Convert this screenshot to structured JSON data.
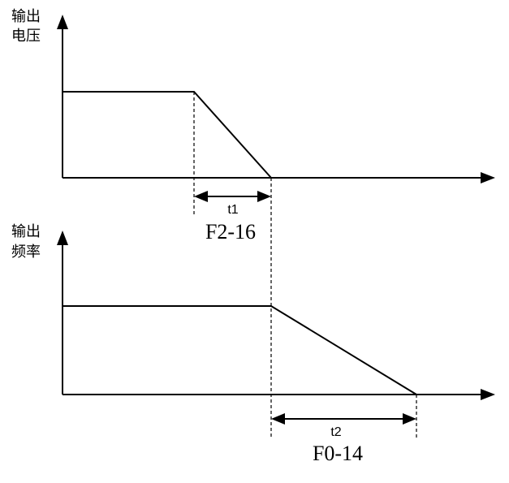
{
  "top_chart": {
    "y_label_line1": "输出",
    "y_label_line2": "电压"
  },
  "bottom_chart": {
    "y_label_line1": "输出",
    "y_label_line2": "频率"
  },
  "intervals": {
    "t1_label": "t1",
    "t1_param": "F2-16",
    "t2_label": "t2",
    "t2_param": "F0-14"
  }
}
